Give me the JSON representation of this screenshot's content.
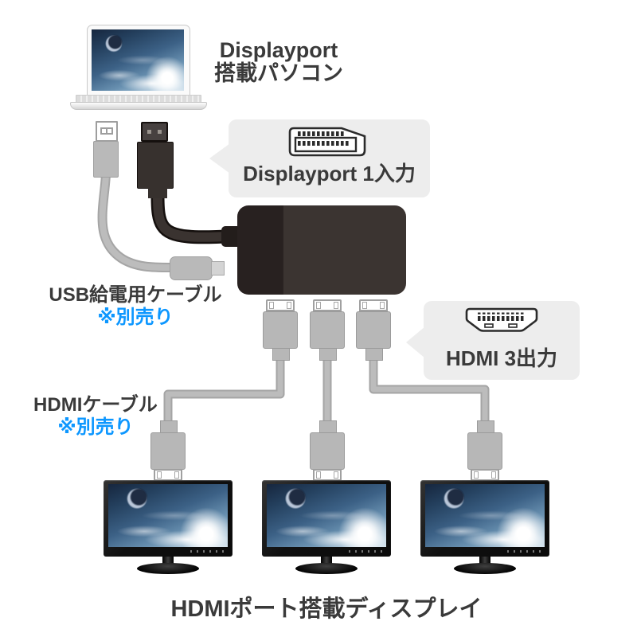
{
  "diagram": {
    "kind": "product-connection-diagram",
    "labels": {
      "source_device": {
        "line1": "Displayport",
        "line2": "搭載パソコン"
      },
      "dp_bubble": "Displayport 1入力",
      "hdmi_bubble": "HDMI 3出力",
      "usb_cable": {
        "name": "USB給電用ケーブル",
        "note": "※別売り"
      },
      "hdmi_cable": {
        "name": "HDMIケーブル",
        "note": "※別売り"
      },
      "displays_caption": "HDMIポート搭載ディスプレイ"
    },
    "icons": {
      "dp": "displayport-connector-icon",
      "hdmi": "hdmi-connector-icon"
    },
    "counts": {
      "displayport_inputs": 1,
      "hdmi_outputs": 3,
      "monitors": 3
    },
    "colors": {
      "note_blue": "#0d97ff",
      "text_dark": "#3a3a3a",
      "bubble_bg": "#ededed",
      "cable_gray": "#b7b7b7",
      "plug_dark": "#37312e",
      "adapter_left": "#282120",
      "adapter_right": "#3b3431",
      "background": "#ffffff"
    }
  }
}
